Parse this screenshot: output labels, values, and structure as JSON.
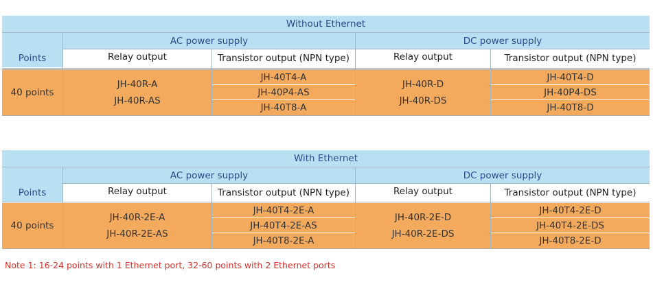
{
  "tables": [
    {
      "title": "Without Ethernet",
      "points_header": "Points",
      "ac_header": "AC power supply",
      "dc_header": "DC power supply",
      "relay_header": "Relay output",
      "transistor_header": "Transistor output (NPN type)",
      "points_value": "40 points",
      "ac_relay": [
        "JH-40R-A",
        "JH-40R-AS"
      ],
      "ac_transistor": [
        "JH-40T4-A",
        "JH-40P4-AS",
        "JH-40T8-A"
      ],
      "dc_relay": [
        "JH-40R-D",
        "JH-40R-DS"
      ],
      "dc_transistor": [
        "JH-40T4-D",
        "JH-40P4-DS",
        "JH-40T8-D"
      ]
    },
    {
      "title": "With Ethernet",
      "points_header": "Points",
      "ac_header": "AC power supply",
      "dc_header": "DC power supply",
      "relay_header": "Relay output",
      "transistor_header": "Transistor output (NPN type)",
      "points_value": "40 points",
      "ac_relay": [
        "JH-40R-2E-A",
        "JH-40R-2E-AS"
      ],
      "ac_transistor": [
        "JH-40T4-2E-A",
        "JH-40T4-2E-AS",
        "JH-40T8-2E-A"
      ],
      "dc_relay": [
        "JH-40R-2E-D",
        "JH-40R-2E-DS"
      ],
      "dc_transistor": [
        "JH-40T4-2E-D",
        "JH-40T4-2E-DS",
        "JH-40T8-2E-D"
      ]
    }
  ],
  "note": "Note 1: 16-24 points with 1 Ethernet port, 32-60 points with 2 Ethernet ports"
}
